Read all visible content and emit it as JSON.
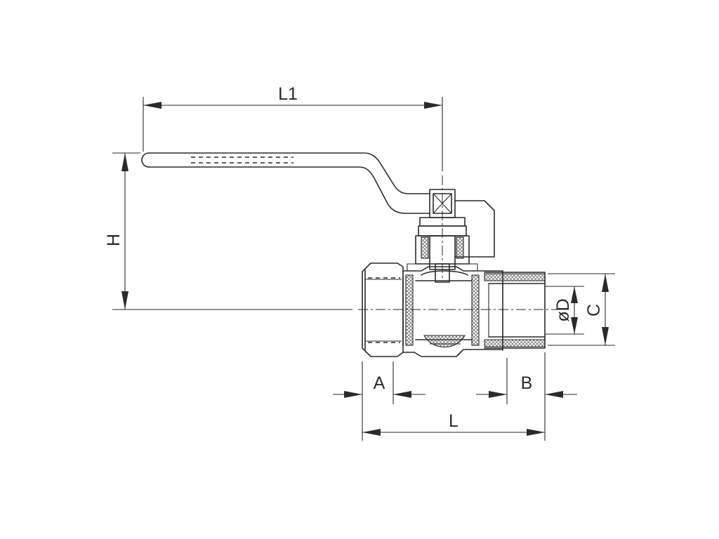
{
  "labels": {
    "L1": "L1",
    "H": "H",
    "A": "A",
    "B": "B",
    "L": "L",
    "D": "øD",
    "C": "C"
  }
}
